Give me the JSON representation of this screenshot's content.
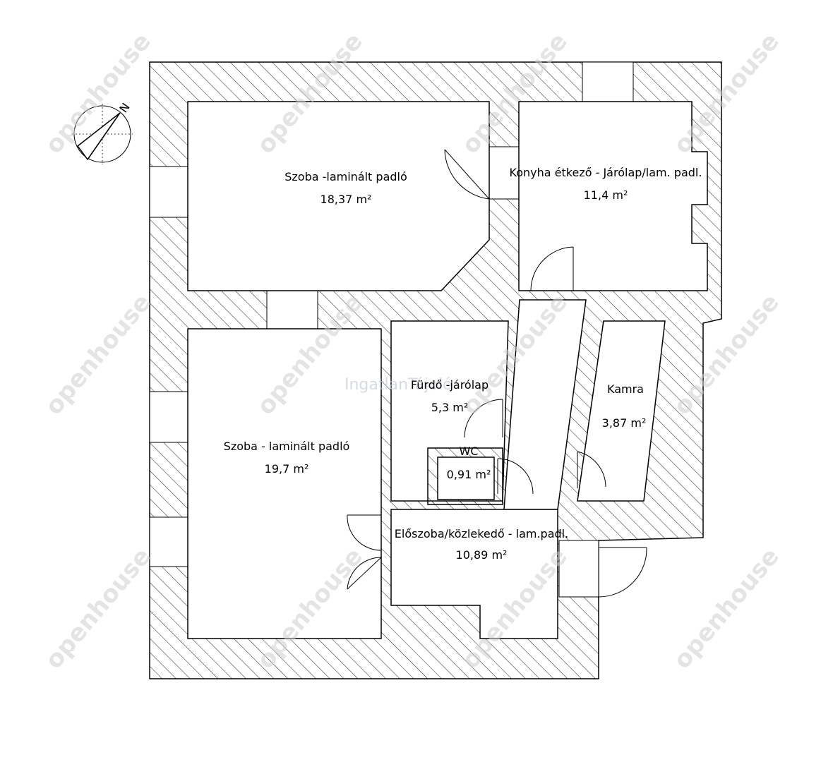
{
  "rooms": [
    {
      "id": "szoba1",
      "name": "Szoba -laminált padló",
      "area": "18,37 m²"
    },
    {
      "id": "konyha",
      "name": "Konyha étkező - Járólap/lam. padl.",
      "area": "11,4 m²"
    },
    {
      "id": "szoba2",
      "name": "Szoba - laminált padló",
      "area": "19,7 m²"
    },
    {
      "id": "furdo",
      "name": "Fürdő -járólap",
      "area": "5,3 m²"
    },
    {
      "id": "wc",
      "name": "WC",
      "area": "0,91 m²"
    },
    {
      "id": "kamra",
      "name": "Kamra",
      "area": "3,87 m²"
    },
    {
      "id": "eloszoba",
      "name": "Előszoba/közlekedő - lam.padl.",
      "area": "10,89 m²"
    }
  ],
  "compass": {
    "label": "N",
    "icon": "north-arrow-icon"
  },
  "watermark": {
    "brand": "openhouse",
    "site": "IngatlanTájoló"
  },
  "colors": {
    "wall_hatch": "#000000",
    "background": "#ffffff",
    "watermark": "#cfcfcf"
  }
}
